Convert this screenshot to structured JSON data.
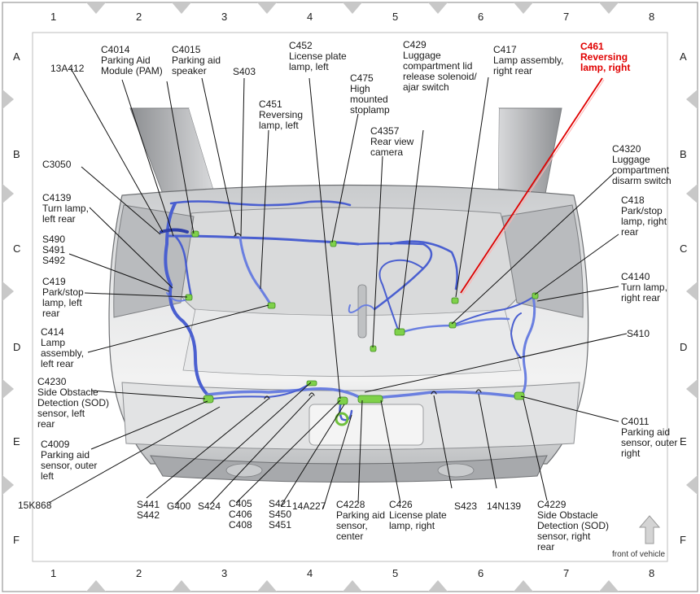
{
  "grid": {
    "columns": [
      "1",
      "2",
      "3",
      "4",
      "5",
      "6",
      "7",
      "8"
    ],
    "rows": [
      "A",
      "B",
      "C",
      "D",
      "E",
      "F"
    ]
  },
  "orientation_label": "front of vehicle",
  "labels": [
    {
      "id": "13a412",
      "text": "13A412"
    },
    {
      "id": "c4014",
      "text": "C4014\nParking Aid\nModule (PAM)"
    },
    {
      "id": "c4015",
      "text": "C4015\nParking aid\nspeaker"
    },
    {
      "id": "s403",
      "text": "S403"
    },
    {
      "id": "c452",
      "text": "C452\nLicense plate\nlamp, left"
    },
    {
      "id": "c475",
      "text": "C475\nHigh\nmounted\nstoplamp"
    },
    {
      "id": "c429",
      "text": "C429\nLuggage\ncompartment lid\nrelease solenoid/\najar switch"
    },
    {
      "id": "c417",
      "text": "C417\nLamp assembly,\nright rear"
    },
    {
      "id": "c461",
      "text": "C461\nReversing\nlamp, right",
      "highlight": "#e00000"
    },
    {
      "id": "c451",
      "text": "C451\nReversing\nlamp, left"
    },
    {
      "id": "c4357",
      "text": "C4357\nRear view\ncamera"
    },
    {
      "id": "c3050",
      "text": "C3050"
    },
    {
      "id": "c4320",
      "text": "C4320\nLuggage\ncompartment\ndisarm switch"
    },
    {
      "id": "c4139",
      "text": "C4139\nTurn lamp,\nleft rear"
    },
    {
      "id": "c418",
      "text": "C418\nPark/stop\nlamp, right\nrear"
    },
    {
      "id": "s490",
      "text": "S490\nS491\nS492"
    },
    {
      "id": "c419",
      "text": "C419\nPark/stop\nlamp, left\nrear"
    },
    {
      "id": "c4140",
      "text": "C4140\nTurn lamp,\nright rear"
    },
    {
      "id": "c414",
      "text": "C414\nLamp\nassembly,\nleft rear"
    },
    {
      "id": "s410",
      "text": "S410"
    },
    {
      "id": "c4230",
      "text": "C4230\nSide Obstacle\nDetection (SOD)\nsensor, left\nrear"
    },
    {
      "id": "c4011",
      "text": "C4011\nParking aid\nsensor, outer\nright"
    },
    {
      "id": "c4009",
      "text": "C4009\nParking aid\nsensor, outer\nleft"
    },
    {
      "id": "15k868",
      "text": "15K868"
    },
    {
      "id": "s441",
      "text": "S441\nS442"
    },
    {
      "id": "g400",
      "text": "G400"
    },
    {
      "id": "s424",
      "text": "S424"
    },
    {
      "id": "c405",
      "text": "C405\nC406\nC408"
    },
    {
      "id": "s421",
      "text": "S421\nS450\nS451"
    },
    {
      "id": "14a227",
      "text": "14A227"
    },
    {
      "id": "c4228",
      "text": "C4228\nParking aid\nsensor,\ncenter"
    },
    {
      "id": "c426",
      "text": "C426\nLicense plate\nlamp, right"
    },
    {
      "id": "s423",
      "text": "S423"
    },
    {
      "id": "14n139",
      "text": "14N139"
    },
    {
      "id": "c4229",
      "text": "C4229\nSide Obstacle\nDetection (SOD)\nsensor, right\nrear"
    }
  ]
}
